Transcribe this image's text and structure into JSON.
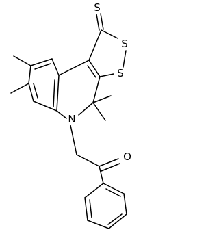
{
  "molecule": {
    "atoms": {
      "thione_s": "S",
      "dithiole_s1": "S",
      "dithiole_s2": "S",
      "ring_n": "N",
      "carbonyl_o": "O"
    },
    "colors": {
      "bond": "#000000",
      "label": "#000000",
      "background": "#ffffff"
    }
  }
}
